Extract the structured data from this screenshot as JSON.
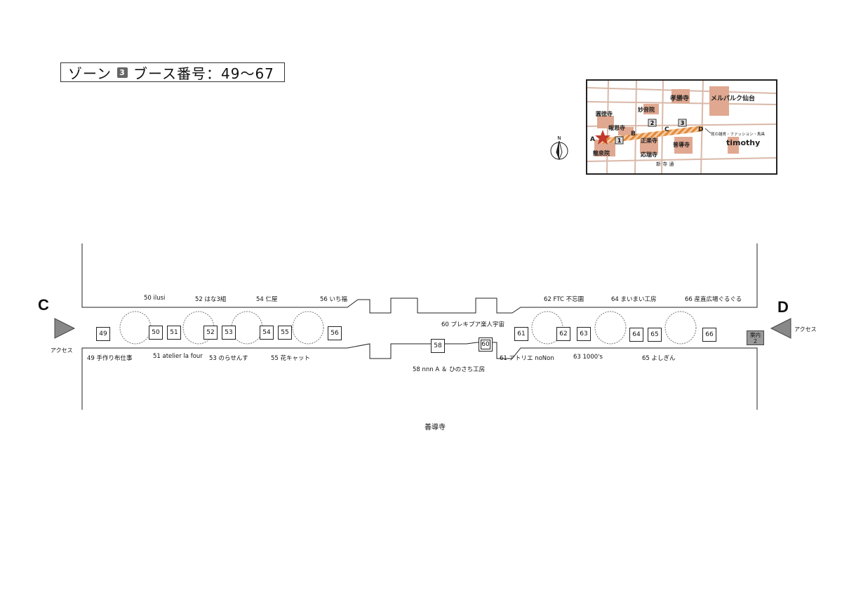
{
  "zone": {
    "label": "ゾーン",
    "badge": "3",
    "booth_text": "ブース番号：49〜67"
  },
  "minimap": {
    "labels": [
      "孝勝寺",
      "メルパルク仙台",
      "圓徳寺",
      "妙音院",
      "報恩寺",
      "龍泉院",
      "正楽寺",
      "応瑞寺",
      "普導寺",
      "新 寺 通",
      "timothy",
      "昆の雑貨・ファッション・馬具"
    ],
    "points": [
      "A",
      "B",
      "C",
      "D"
    ],
    "zone_numbers": [
      "1",
      "2",
      "3"
    ],
    "colors": {
      "building": "#e0a890",
      "road_line": "#d9b8a8",
      "stripe_a": "#e08a3a",
      "stripe_b": "#f6c9a0",
      "star": "#c0392b"
    }
  },
  "compass": {
    "label": "N"
  },
  "sides": {
    "left_letter": "C",
    "right_letter": "D",
    "access_label": "アクセス"
  },
  "booths": {
    "b49": "49",
    "b50": "50",
    "b51": "51",
    "b52": "52",
    "b53": "53",
    "b54": "54",
    "b55": "55",
    "b56": "56",
    "b58": "58",
    "b60": "60",
    "b61": "61",
    "b62": "62",
    "b63": "63",
    "b64": "64",
    "b65": "65",
    "b66": "66"
  },
  "info_booth": {
    "line1": "案内",
    "line2": "2"
  },
  "labels_top": {
    "l50": "50 ilusi",
    "l52": "52 はな3組",
    "l54": "54 仁屋",
    "l56": "56 いち福",
    "l60": "60 プレキプア楽人宇宙",
    "l62": "62 FTC 不忘園",
    "l64": "64 まいまい工房",
    "l66": "66 産直広場ぐるぐる"
  },
  "labels_bottom": {
    "l49": "49 手作り布仕事",
    "l51": "51 atelier la four",
    "l53": "53 のらせんす",
    "l55": "55 花キャット",
    "l58": "58 nnn A ＆ ひのさち工房",
    "l61": "61 アトリエ noNon",
    "l63": "63 1000's",
    "l65": "65 よしぎん"
  },
  "street_name": "善導寺"
}
